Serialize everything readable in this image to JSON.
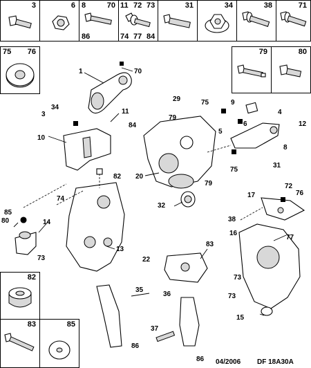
{
  "legend_cells": {
    "c3": "3",
    "c6": "6",
    "c8": "8",
    "c70": "70",
    "c86": "86",
    "c11": "11",
    "c72": "72",
    "c73": "73",
    "c74": "74",
    "c77": "77",
    "c84": "84",
    "c31": "31",
    "c34": "34",
    "c38": "38",
    "c71": "71",
    "c75": "75",
    "c76": "76",
    "c79": "79",
    "c80": "80",
    "c82": "82",
    "c83": "83",
    "c85": "85"
  },
  "callouts": {
    "n1": "1",
    "n70": "70",
    "n34": "34",
    "n3": "3",
    "n11": "11",
    "n10": "10",
    "n82": "82",
    "n74": "74",
    "n85": "85",
    "n80": "80",
    "n14": "14",
    "n73a": "73",
    "n13": "13",
    "n29": "29",
    "n75a": "75",
    "n79a": "79",
    "n84": "84",
    "n20": "20",
    "n79b": "79",
    "n32": "32",
    "n9": "9",
    "n4": "4",
    "n5": "5",
    "n6": "6",
    "n12": "12",
    "n8": "8",
    "n75b": "75",
    "n31": "31",
    "n17": "17",
    "n72": "72",
    "n76": "76",
    "n38": "38",
    "n16": "16",
    "n77": "77",
    "n83": "83",
    "n22": "22",
    "n35": "35",
    "n36": "36",
    "n37": "37",
    "n86a": "86",
    "n86b": "86",
    "n73b": "73",
    "n73c": "73",
    "n15": "15"
  },
  "footer": {
    "date": "04/2006",
    "ref": "DF 18A30A"
  }
}
